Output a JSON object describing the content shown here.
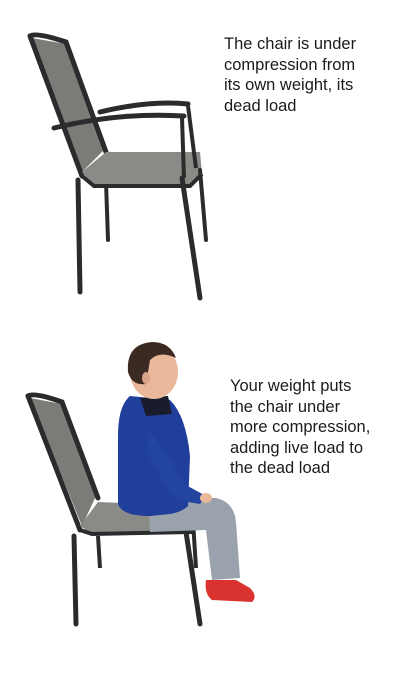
{
  "scene_empty_chair": {
    "caption_lines": [
      "The chair is under",
      "compression from",
      "its own weight, its",
      "dead load"
    ]
  },
  "scene_seated_child": {
    "caption_lines": [
      "Your weight puts",
      "the chair under",
      "more compression,",
      "adding live load to",
      "the dead load"
    ]
  },
  "colors": {
    "frame": "#2a2b2d",
    "mesh": "#7b7b78",
    "seat": "#8a8a86",
    "jacket": "#1f3f9a",
    "jeans": "#9aa3ad",
    "clogs": "#d9322f",
    "skin": "#e9b89a",
    "hair": "#3a2a22"
  }
}
